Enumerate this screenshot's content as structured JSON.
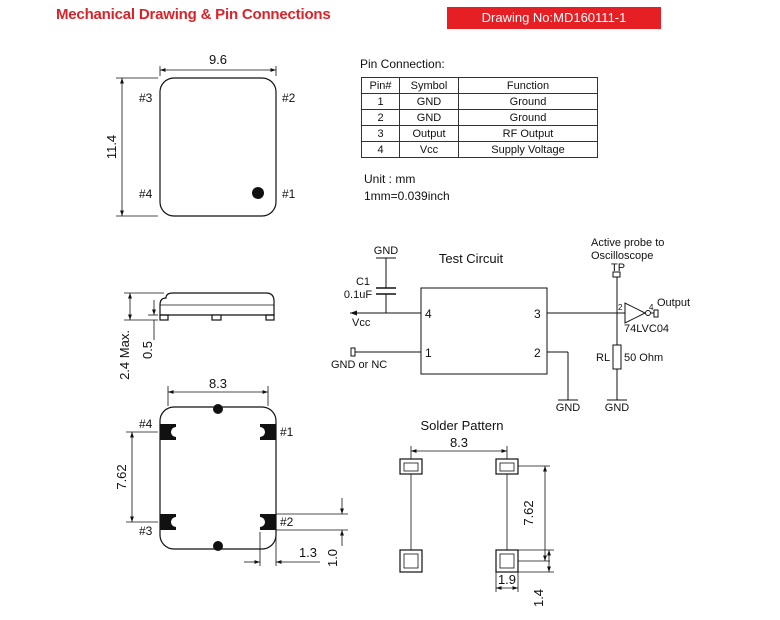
{
  "header": {
    "title": "Mechanical Drawing & Pin Connections",
    "drawing_no": "Drawing No:MD160111-1"
  },
  "colors": {
    "title_red": "#d8242a",
    "badge_red": "#e51f23",
    "line": "#111111"
  },
  "top_view": {
    "width": "9.6",
    "height": "11.4",
    "pin_labels": [
      "#3",
      "#2",
      "#4",
      "#1"
    ]
  },
  "pin_connection": {
    "heading": "Pin Connection:",
    "headers": [
      "Pin#",
      "Symbol",
      "Function"
    ],
    "rows": [
      [
        "1",
        "GND",
        "Ground"
      ],
      [
        "2",
        "GND",
        "Ground"
      ],
      [
        "3",
        "Output",
        "RF Output"
      ],
      [
        "4",
        "Vcc",
        "Supply Voltage"
      ]
    ],
    "unit": "Unit : mm",
    "conversion": "1mm=0.039inch"
  },
  "side_view": {
    "max_height": "2.4 Max.",
    "pad_height": "0.5"
  },
  "bottom_view": {
    "width": "8.3",
    "pitch": "7.62",
    "pad_width": "1.3",
    "pad_height": "1.0",
    "pin_labels": [
      "#4",
      "#1",
      "#3",
      "#2"
    ]
  },
  "test_circuit": {
    "title": "Test Circuit",
    "gnd": "GND",
    "cap_name": "C1",
    "cap_value": "0.1uF",
    "vcc": "Vcc",
    "gnd_or_nc": "GND or NC",
    "pin_4": "4",
    "pin_3": "3",
    "pin_1": "1",
    "pin_2": "2",
    "probe_line1": "Active probe to",
    "probe_line2": "Oscilloscope",
    "tp": "TP",
    "buffer_in": "2",
    "buffer_out": "4",
    "output": "Output",
    "buffer_part": "74LVC04",
    "rl": "RL",
    "rl_value": "50 Ohm"
  },
  "solder_pattern": {
    "title": "Solder Pattern",
    "width": "8.3",
    "pitch": "7.62",
    "pad_width": "1.9",
    "pad_height": "1.4"
  }
}
